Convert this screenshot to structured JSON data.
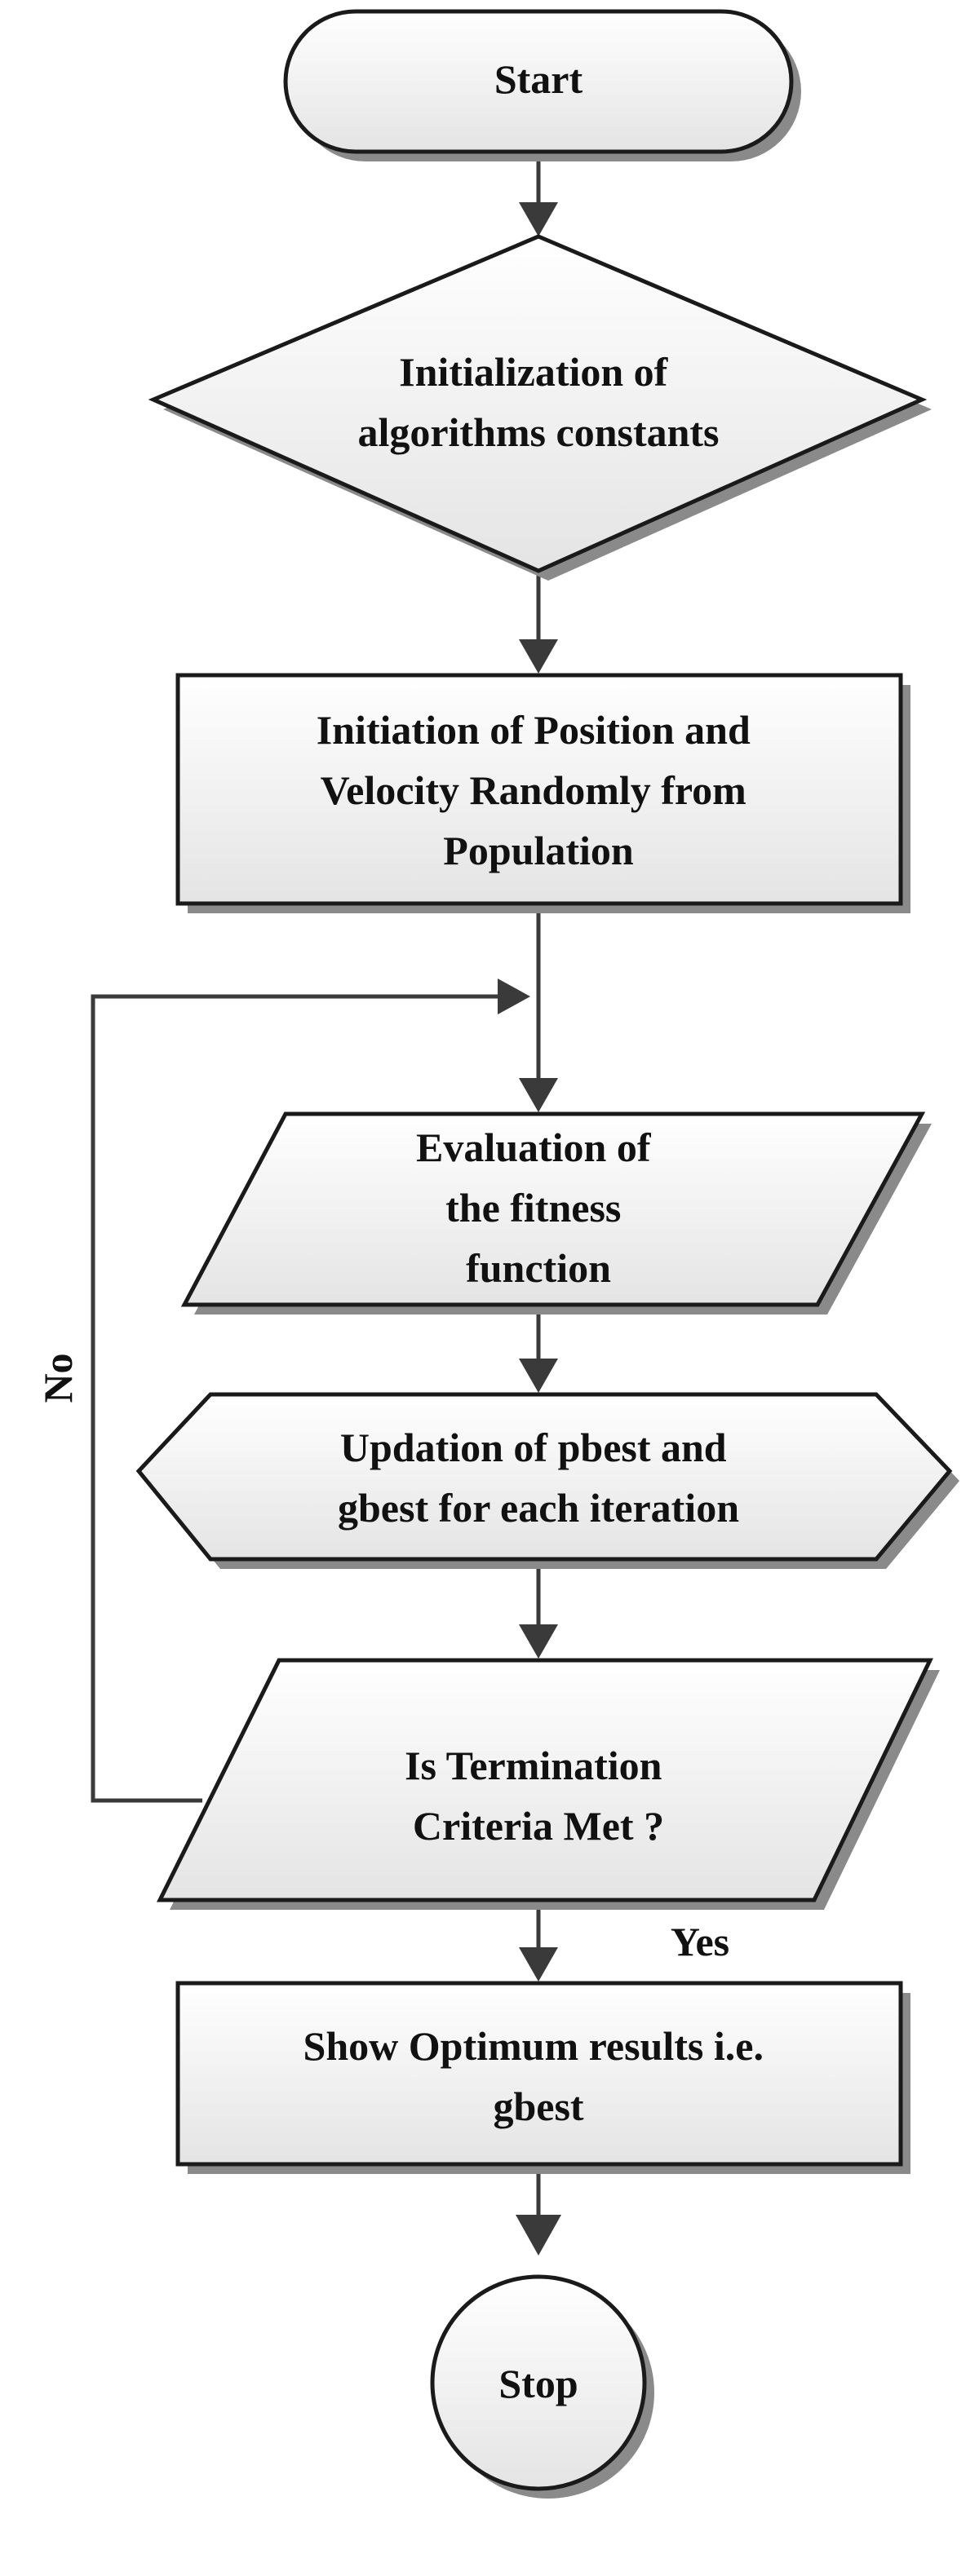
{
  "colors": {
    "shape_fill_top": "#ffffff",
    "shape_fill_bottom": "#e4e4e4",
    "shadow": "#8a8a8a",
    "stroke": "#1a1a1a",
    "connector": "#3a3a3a",
    "text": "#111111"
  },
  "nodes": {
    "start": {
      "lines": [
        "Start"
      ]
    },
    "init_constants": {
      "lines": [
        "Initialization of",
        "algorithms constants"
      ]
    },
    "init_position": {
      "lines": [
        "Initiation of Position and",
        "Velocity Randomly from",
        "Population"
      ]
    },
    "evaluate_fitness": {
      "lines": [
        "Evaluation of",
        "the fitness",
        "function"
      ]
    },
    "update_best": {
      "lines": [
        "Updation of pbest and",
        "gbest for each iteration"
      ]
    },
    "termination_check": {
      "lines": [
        "Is Termination",
        "Criteria Met ?"
      ]
    },
    "show_results": {
      "lines": [
        "Show Optimum results i.e.",
        "gbest"
      ]
    },
    "stop": {
      "lines": [
        "Stop"
      ]
    }
  },
  "edge_labels": {
    "no": "No",
    "yes": "Yes"
  }
}
